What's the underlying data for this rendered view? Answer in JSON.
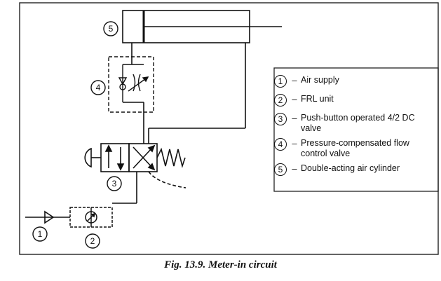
{
  "figure": {
    "caption": "Fig. 13.9. Meter-in circuit"
  },
  "labels": [
    "1",
    "2",
    "3",
    "4",
    "5"
  ],
  "legend": [
    {
      "num": "1",
      "text": "Air supply"
    },
    {
      "num": "2",
      "text": "FRL unit"
    },
    {
      "num": "3",
      "text": "Push-button operated 4/2 DC valve"
    },
    {
      "num": "4",
      "text": "Pressure-compensated flow control valve"
    },
    {
      "num": "5",
      "text": "Double-acting air cylinder"
    }
  ],
  "dash": "–"
}
